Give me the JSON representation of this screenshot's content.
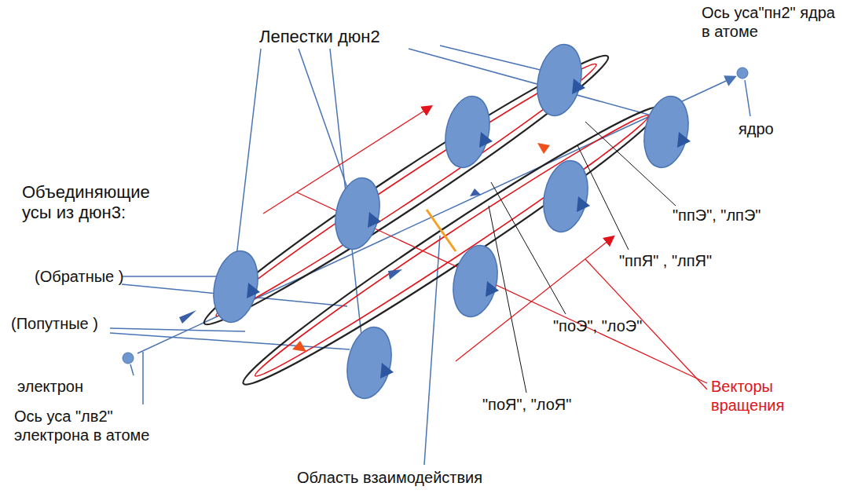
{
  "diagram": {
    "labels": [
      "Ось уса\"пн2\" ядра в атоме",
      "Лепестки дюн2",
      "ядро",
      "Объединяющие усы из дюн3:",
      "(Обратные )",
      "(Попутные )",
      "\"ппЭ\", \"лпЭ\"",
      "\"ппЯ\" , \"лпЯ\"",
      "\"поЭ\", \"лоЭ\"",
      "\"поЯ\", \"лоЯ\"",
      "Векторы вращения",
      "электрон",
      "Ось уса \"лв2\" электрона в атоме",
      "Область взаимодействия"
    ]
  }
}
